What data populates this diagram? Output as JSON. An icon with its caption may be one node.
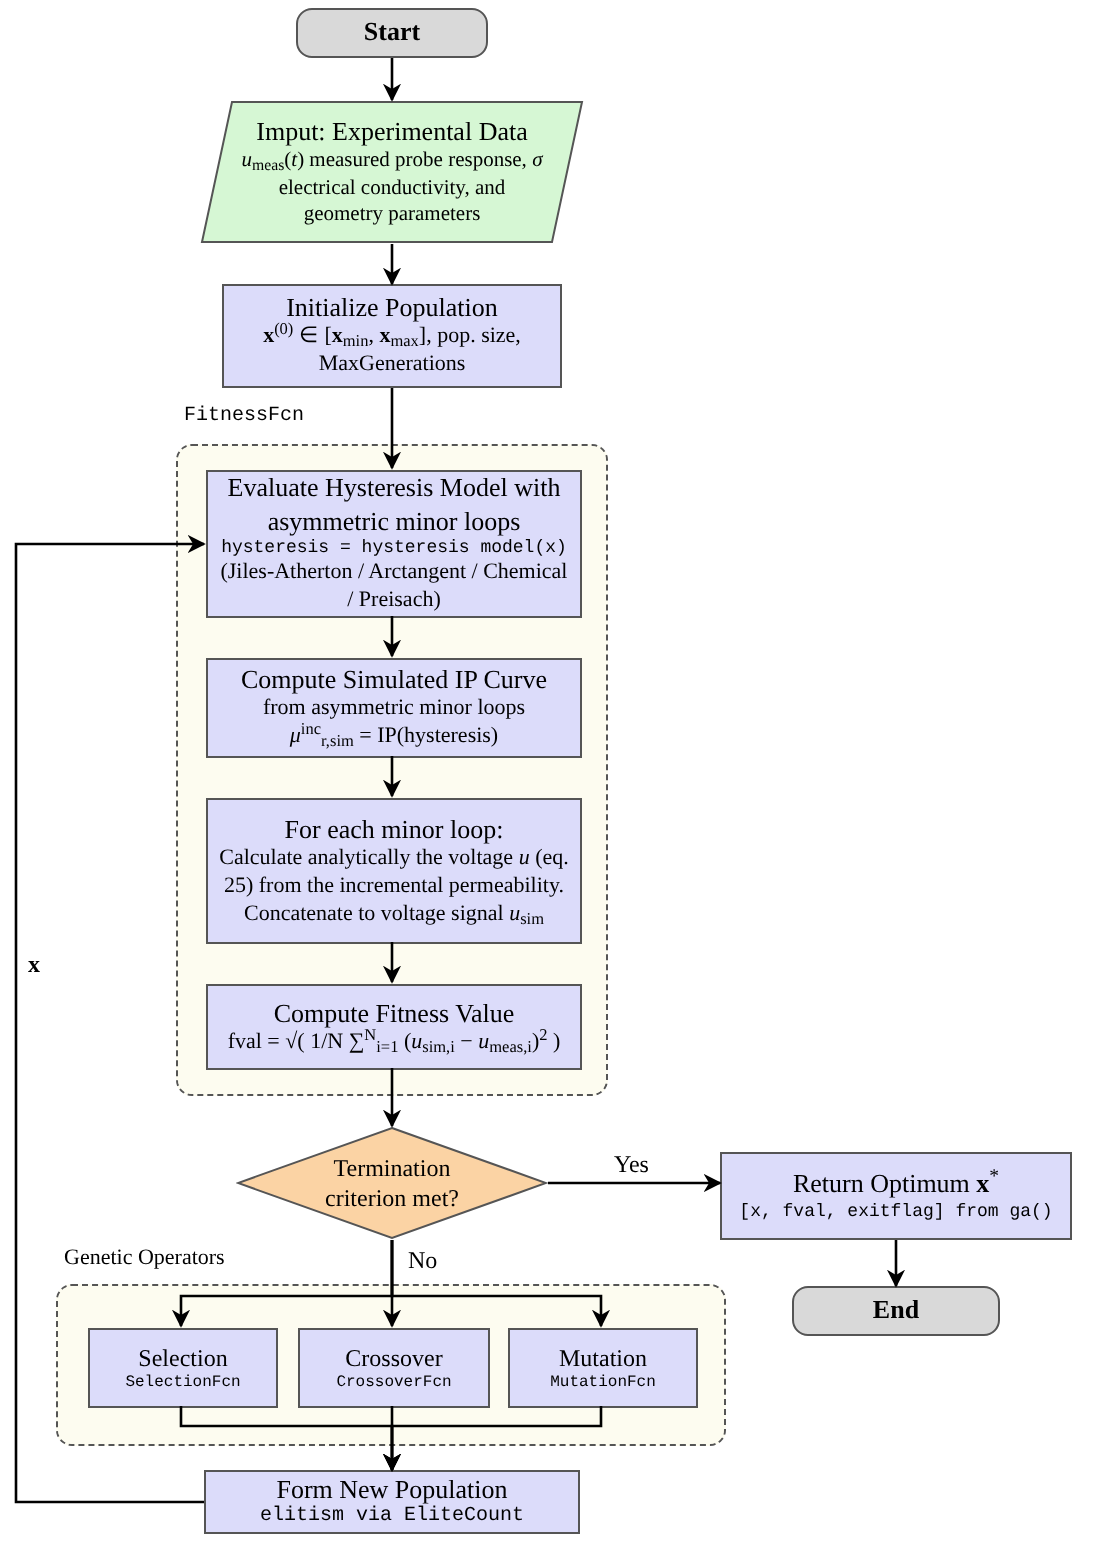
{
  "diagram": {
    "nodes": [
      {
        "text": [
          "Start"
        ]
      },
      {
        "text": [
          "Imput: Experimental Data",
          "*u*$_{meas}$(*t*) measured probe response, *σ* electrical conductivity, and geometry parameters"
        ]
      },
      {
        "text": [
          "Initialize Population",
          "**x**$^{(0)}$ ∈ [**x**$_{min}$, **x**$_{max}$], pop. size, MaxGenerations"
        ]
      },
      {
        "text": [
          "FitnessFcn"
        ]
      },
      {
        "text": [
          "Evaluate Hysteresis Model with asymmetric minor loops",
          "hysteresis = hysteresis model(x)",
          "(Jiles-Atherton / Arctangent / Chemical / Preisach)"
        ],
        "in": 3
      },
      {
        "text": [
          "Compute Simulated IP Curve",
          "from asymmetric minor loops",
          "*μ*$^{inc}$$_{r,sim}$ = IP(hysteresis)"
        ],
        "in": 3
      },
      {
        "text": [
          "For each minor loop:",
          "Calculate analytically the voltage *u* (eq. 25) from the incremental permeability.",
          "Concatenate to voltage signal *u*$_{sim}$"
        ],
        "in": 3
      },
      {
        "text": [
          "Compute Fitness Value",
          "fval = √( 1/N ∑$^{N}$$_{i=1}$ (*u*$_{sim,i}$ − *u*$_{meas,i}$)$^{2}$ )"
        ],
        "in": 3
      },
      {
        "text": [
          "Termination criterion met?"
        ]
      },
      {
        "text": [
          "Return Optimum **x**$^{*}$",
          "[x, fval, exitflag] from ga()"
        ]
      },
      {
        "text": [
          "End"
        ]
      },
      {
        "text": [
          "Genetic Operators"
        ]
      },
      {
        "text": [
          "Selection",
          "SelectionFcn"
        ],
        "in": 11
      },
      {
        "text": [
          "Crossover",
          "CrossoverFcn"
        ],
        "in": 11
      },
      {
        "text": [
          "Mutation",
          "MutationFcn"
        ],
        "in": 11
      },
      {
        "text": [
          "Form New Population",
          "elitism via EliteCount"
        ]
      }
    ],
    "edges": [
      {
        "from": 0,
        "to": 1,
        "arrow": "to"
      },
      {
        "from": 1,
        "to": 2,
        "arrow": "to"
      },
      {
        "from": 2,
        "to": 4,
        "arrow": "to"
      },
      {
        "from": 4,
        "to": 5,
        "arrow": "to"
      },
      {
        "from": 5,
        "to": 6,
        "arrow": "to"
      },
      {
        "from": 6,
        "to": 7,
        "arrow": "to"
      },
      {
        "from": 7,
        "to": 8,
        "arrow": "to"
      },
      {
        "from": 8,
        "to": 9,
        "arrow": "to",
        "label": "Yes"
      },
      {
        "from": 9,
        "to": 10,
        "arrow": "to"
      },
      {
        "from": 8,
        "to": 12,
        "arrow": "to"
      },
      {
        "from": 8,
        "to": 13,
        "arrow": "to",
        "label": "No"
      },
      {
        "from": 8,
        "to": 14,
        "arrow": "to"
      },
      {
        "from": 12,
        "to": 15,
        "arrow": "to"
      },
      {
        "from": 13,
        "to": 15,
        "arrow": "to"
      },
      {
        "from": 14,
        "to": 15,
        "arrow": "to"
      },
      {
        "from": 15,
        "to": 4,
        "arrow": "to",
        "label": "x"
      }
    ]
  }
}
